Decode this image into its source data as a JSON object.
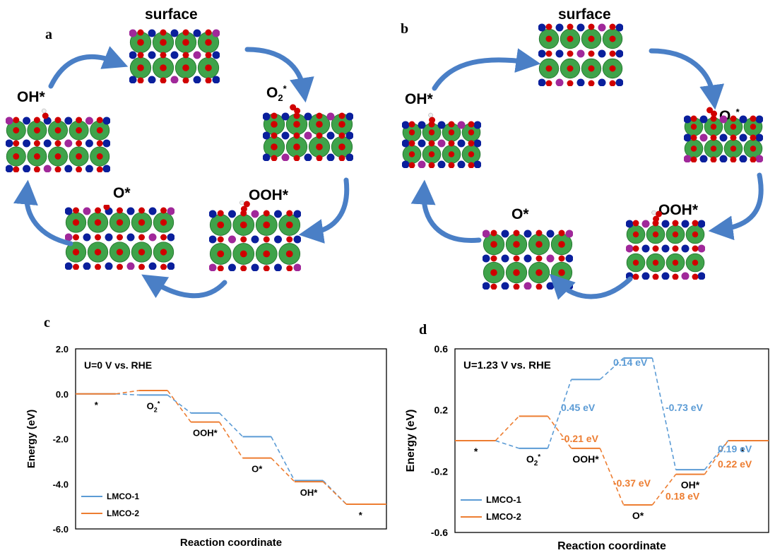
{
  "figure": {
    "panel_a": {
      "letter": "a",
      "labels": {
        "surface": "surface",
        "o2": "O",
        "o2_sub": "2",
        "o2_sup": "*",
        "ooh": "OOH*",
        "o": "O*",
        "oh": "OH*"
      }
    },
    "panel_b": {
      "letter": "b",
      "labels": {
        "surface": "surface",
        "o2": "O",
        "o2_sub": "2",
        "o2_sup": "*",
        "ooh": "OOH*",
        "o": "O*",
        "oh": "OH*"
      }
    },
    "panel_c": {
      "letter": "c"
    },
    "panel_d": {
      "letter": "d"
    },
    "atom_colors": {
      "lanthanum": "#3fa34a",
      "oxygen": "#d00000",
      "cobalt": "#0a1f9c",
      "manganese": "#a0289a"
    },
    "arrow_color": "#4a7fc6"
  },
  "chart_data": [
    {
      "type": "line",
      "panel": "c",
      "title": "U=0 V vs. RHE",
      "xlabel": "Reaction coordinate",
      "ylabel": "Energy (eV)",
      "ylim": [
        -6.0,
        2.0
      ],
      "yticks": [
        "2.0",
        "0.0",
        "-2.0",
        "-4.0",
        "-6.0"
      ],
      "ytick_values": [
        2,
        0,
        -2,
        -4,
        -6
      ],
      "categories": [
        "*",
        "O2*",
        "OOH*",
        "O*",
        "OH*",
        "*"
      ],
      "category_labels": [
        {
          "text": "*",
          "sub": "",
          "series": "both"
        },
        {
          "text": "O",
          "sub": "2",
          "sup": "*",
          "series": "both"
        },
        {
          "text": "OOH*",
          "series": "both"
        },
        {
          "text": "O*",
          "series": "both"
        },
        {
          "text": "OH*",
          "series": "both"
        },
        {
          "text": "*",
          "series": "both"
        }
      ],
      "series": [
        {
          "name": "LMCO-1",
          "color": "#5b9bd5",
          "values": [
            0.0,
            -0.05,
            -0.85,
            -1.9,
            -3.85,
            -4.9
          ]
        },
        {
          "name": "LMCO-2",
          "color": "#ed7d31",
          "values": [
            0.0,
            0.15,
            -1.25,
            -2.85,
            -3.9,
            -4.9
          ]
        }
      ],
      "legend": "bottom-left",
      "grid": false
    },
    {
      "type": "line",
      "panel": "d",
      "title": "U=1.23 V vs. RHE",
      "xlabel": "Reaction coordinate",
      "ylabel": "Energy (eV)",
      "ylim": [
        -0.6,
        0.6
      ],
      "yticks": [
        "0.6",
        "0.2",
        "-0.2",
        "-0.6"
      ],
      "ytick_values": [
        0.6,
        0.2,
        -0.2,
        -0.6
      ],
      "categories": [
        "*",
        "O2*",
        "OOH*",
        "O*",
        "OH*",
        "*"
      ],
      "category_labels": [
        {
          "text": "*"
        },
        {
          "text": "O",
          "sub": "2",
          "sup": "*"
        },
        {
          "text": "OOH*"
        },
        {
          "text": "O*"
        },
        {
          "text": "OH*"
        },
        {
          "text": "*"
        }
      ],
      "series": [
        {
          "name": "LMCO-1",
          "color": "#5b9bd5",
          "values": [
            0.0,
            -0.05,
            0.4,
            0.54,
            -0.19,
            0.0
          ]
        },
        {
          "name": "LMCO-2",
          "color": "#ed7d31",
          "values": [
            0.0,
            0.16,
            -0.05,
            -0.42,
            -0.22,
            0.0
          ]
        }
      ],
      "annotations": [
        {
          "text": "0.45 eV",
          "series": "LMCO-1",
          "step": 2
        },
        {
          "text": "0.14 eV",
          "series": "LMCO-1",
          "step": 3
        },
        {
          "text": "-0.73 eV",
          "series": "LMCO-1",
          "step": 4
        },
        {
          "text": "0.19 eV",
          "series": "LMCO-1",
          "step": 5
        },
        {
          "text": "-0.21 eV",
          "series": "LMCO-2",
          "step": 2
        },
        {
          "text": "-0.37 eV",
          "series": "LMCO-2",
          "step": 3
        },
        {
          "text": "0.18 eV",
          "series": "LMCO-2",
          "step": 4
        },
        {
          "text": "0.22 eV",
          "series": "LMCO-2",
          "step": 5
        }
      ],
      "legend": "bottom-left",
      "grid": false
    }
  ]
}
